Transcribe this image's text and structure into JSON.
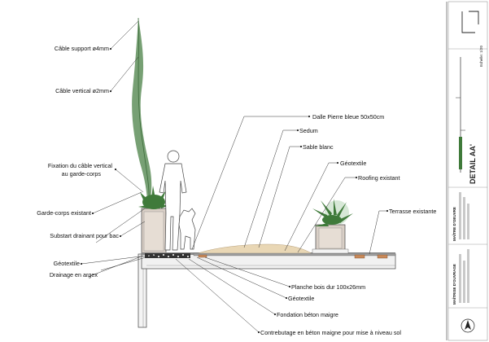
{
  "labels": {
    "cable_support": "Câble support ø4mm",
    "cable_vertical": "Câble vertical ø2mm",
    "fixation_line1": "Fixation du câble vertical",
    "fixation_line2": "au garde-corps",
    "garde_corps": "Garde-corps existant",
    "substrat": "Substart drainant pour bac",
    "geotextile_left": "Géotextile",
    "drainage": "Drainage en argex",
    "dalle": "Dalle Pierre bleue 50x50cm",
    "sedum": "Sedum",
    "sable": "Sable blanc",
    "geotextile_top": "Géotextile",
    "roofing": "Roofing existant",
    "terrasse": "Terrasse existante",
    "planche": "Planche bois dur 100x26mm",
    "geotextile_bottom": "Géotextile",
    "fondation": "Fondation béton maigre",
    "contrebutage": "Contrebutage en béton maigne pour mise à niveau sol"
  },
  "cartouche": {
    "title": "DETAIL AA'",
    "scale": "Echelle: 1/20",
    "maitre_oeuvre": "MAÎTRE D'OEUVRE",
    "maitre_ouvrage": "MAÎTRISE D'OUVRAGE"
  },
  "colors": {
    "foliage": "#3f7a3a",
    "cable_plant": "#5f8f5c",
    "slab": "#9e9e9e",
    "sand": "#e9d7b5",
    "wood": "#c98a5a",
    "planter": "#d9cfc6"
  }
}
